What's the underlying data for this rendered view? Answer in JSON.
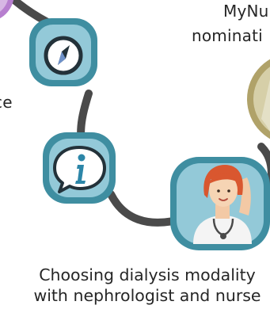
{
  "labels": {
    "nurse_nomination_line1": "MyNu",
    "nurse_nomination_line2": "nominati",
    "left_cut_text": "ce",
    "caption_line1": "Choosing dialysis modality",
    "caption_line2": "with nephrologist and nurse"
  },
  "icons": [
    "compass-icon",
    "info-speech-icon",
    "nurse-avatar-icon",
    "partial-avatar-icon",
    "partial-purple-node-icon"
  ],
  "colors": {
    "path": "#4a4a4a",
    "icon_ring": "#3f8ea1",
    "icon_fill": "#93c9d8",
    "info_fill": "#ffffff",
    "purple_node": "#c9a5d9",
    "olive_ring": "#b0a269"
  }
}
